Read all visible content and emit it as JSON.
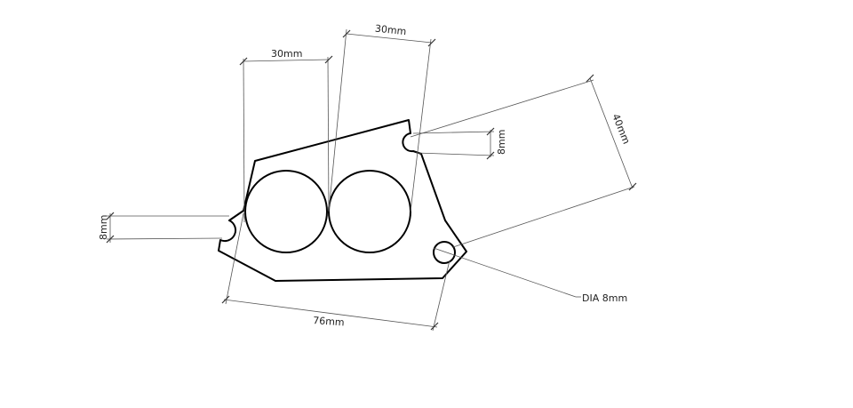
{
  "dimensions": {
    "top_left": "30mm",
    "top_right": "30mm",
    "right_slot": "8mm",
    "right_diag": "40mm",
    "left_slot": "8mm",
    "bottom": "76mm",
    "hole_callout": "DIA 8mm"
  }
}
